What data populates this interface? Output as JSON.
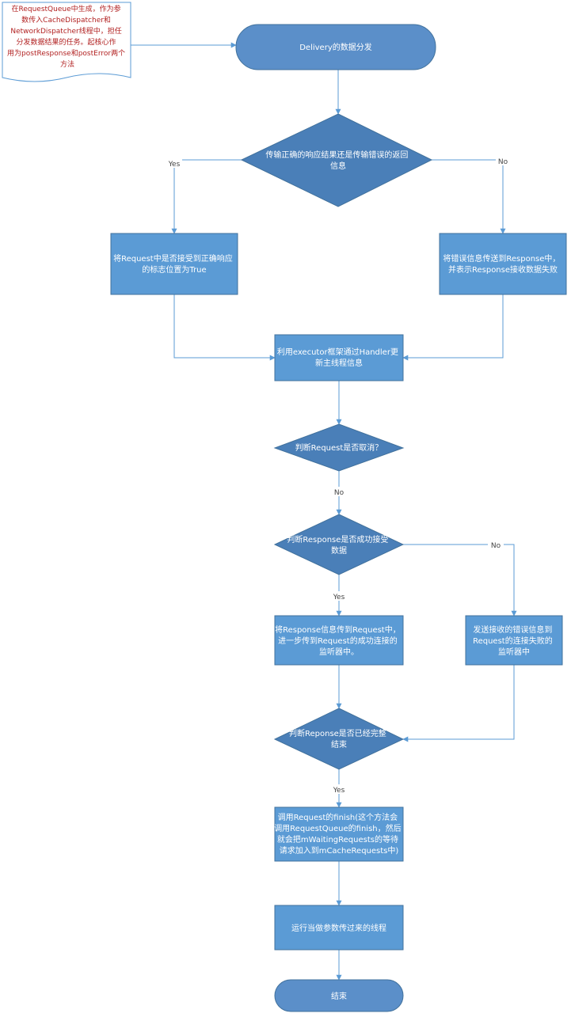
{
  "colors": {
    "terminal": "#5b8fc9",
    "decision": "#4a7fb8",
    "process": "#5b9bd5",
    "edge": "#5b9bd5",
    "note_text": "#b22222"
  },
  "note": {
    "lines": [
      "在RequestQueue中生成，作为参",
      "数传入CacheDispatcher和",
      "NetworkDispatcher线程中，担任",
      "分发数据结果的任务。起核心作",
      "用为postResponse和postError两个",
      "方法"
    ]
  },
  "nodes": {
    "start": {
      "lines": [
        "Delivery的数据分发"
      ]
    },
    "decision_result": {
      "lines": [
        "传输正确的响应结果还是传输错误的返回",
        "信息"
      ]
    },
    "set_flag": {
      "lines": [
        "将Request中是否接受到正确响应",
        "的标志位置为True"
      ]
    },
    "send_error": {
      "lines": [
        "将错误信息传送到Response中，",
        "并表示Response接收数据失败"
      ]
    },
    "update_main": {
      "lines": [
        "利用executor框架通过Handler更",
        "新主线程信息"
      ]
    },
    "decision_cancel": {
      "lines": [
        "判断Request是否取消？"
      ]
    },
    "decision_success": {
      "lines": [
        "判断Response是否成功接受",
        "数据"
      ]
    },
    "pass_success": {
      "lines": [
        "将Response信息传到Request中，",
        "进一步传到Request的成功连接的",
        "监听器中。"
      ]
    },
    "pass_fail": {
      "lines": [
        "发送接收的错误信息到",
        "Request的连接失败的",
        "监听器中"
      ]
    },
    "decision_finish": {
      "lines": [
        "判断Reponse是否已经完整",
        "结束"
      ]
    },
    "call_finish": {
      "lines": [
        "调用Request的finish(这个方法会",
        "调用RequestQueue的finish，然后",
        "就会把mWaitingRequests的等待",
        "请求加入到mCacheRequests中)"
      ]
    },
    "run_thread": {
      "lines": [
        "运行当做参数传过来的线程"
      ]
    },
    "end": {
      "lines": [
        "结束"
      ]
    }
  },
  "edge_labels": {
    "yes_result": "Yes",
    "no_result": "No",
    "no_cancel": "No",
    "yes_success": "Yes",
    "no_success": "No",
    "yes_finish": "Yes"
  }
}
